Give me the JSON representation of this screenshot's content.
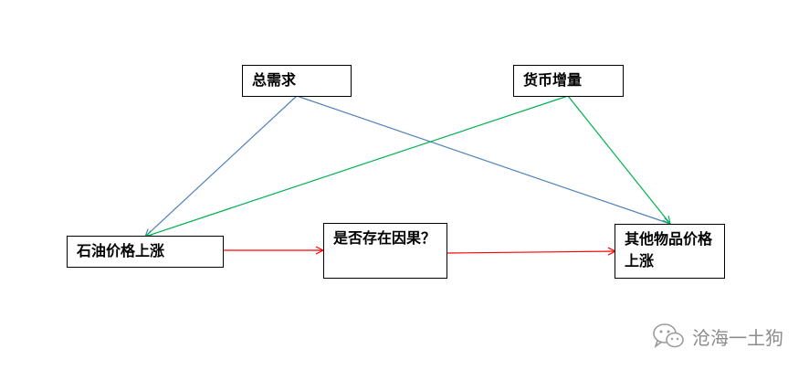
{
  "nodes": {
    "aggregate_demand": "总需求",
    "money_increase": "货币增量",
    "oil_price_up": "石油价格上涨",
    "causal_question": "是否存在因果？",
    "other_goods_price_up": "其他物品价格上涨"
  },
  "edges": [
    {
      "from": "aggregate_demand",
      "to": "oil_price_up",
      "color": "#4f81bd"
    },
    {
      "from": "aggregate_demand",
      "to": "other_goods_price_up",
      "color": "#4f81bd"
    },
    {
      "from": "money_increase",
      "to": "oil_price_up",
      "color": "#00b050"
    },
    {
      "from": "money_increase",
      "to": "other_goods_price_up",
      "color": "#00b050"
    },
    {
      "from": "oil_price_up",
      "to": "causal_question",
      "color": "#ff0000"
    },
    {
      "from": "causal_question",
      "to": "other_goods_price_up",
      "color": "#ff0000"
    }
  ],
  "watermark": {
    "text": "沧海一土狗",
    "icon": "wechat-icon"
  },
  "colors": {
    "blue": "#4f81bd",
    "green": "#00b050",
    "red": "#ff0000"
  }
}
